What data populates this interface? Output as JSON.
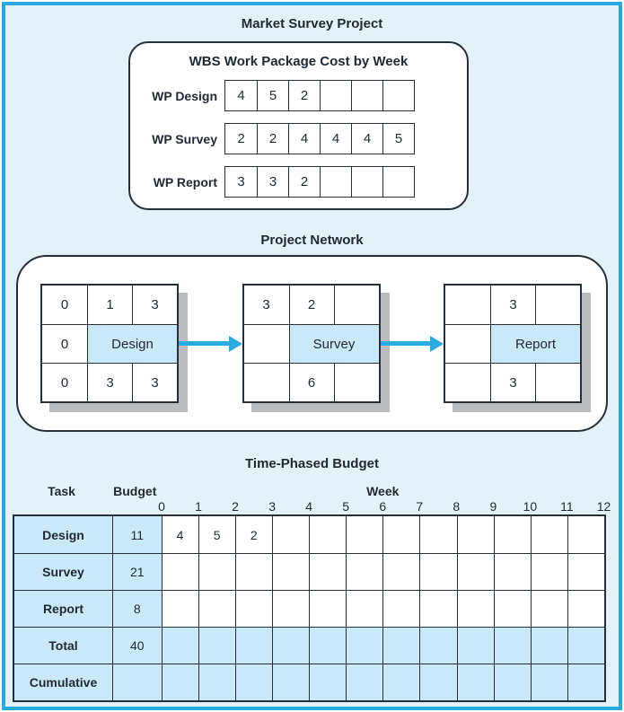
{
  "page_title": "Market Survey Project",
  "colors": {
    "frame_border": "#29ABE2",
    "background": "#E3F1F9",
    "panel": "#FFFFFF",
    "highlight": "#C9E8F8",
    "line": "#262F38",
    "arrow": "#29ABE2",
    "shadow": "#BABCBE",
    "text": "#1F2933"
  },
  "wbs": {
    "title": "WBS Work Package Cost by Week",
    "rows": [
      {
        "label": "WP Design",
        "cells": [
          "4",
          "5",
          "2",
          "",
          "",
          ""
        ]
      },
      {
        "label": "WP Survey",
        "cells": [
          "2",
          "2",
          "4",
          "4",
          "4",
          "5"
        ]
      },
      {
        "label": "WP Report",
        "cells": [
          "3",
          "3",
          "2",
          "",
          "",
          ""
        ]
      }
    ]
  },
  "network": {
    "title": "Project Network",
    "nodes": [
      {
        "name": "Design",
        "top_cells": [
          "0",
          "1",
          "3"
        ],
        "left_cell": "0",
        "bottom_cells": [
          "0",
          "3",
          "3"
        ]
      },
      {
        "name": "Survey",
        "top_cells": [
          "3",
          "2",
          ""
        ],
        "left_cell": "",
        "bottom_cells": [
          "",
          "6",
          ""
        ]
      },
      {
        "name": "Report",
        "top_cells": [
          "",
          "3",
          ""
        ],
        "left_cell": "",
        "bottom_cells": [
          "",
          "3",
          ""
        ]
      }
    ]
  },
  "budget": {
    "title": "Time-Phased Budget",
    "task_header": "Task",
    "budget_header": "Budget",
    "week_header": "Week",
    "week_numbers": [
      "0",
      "1",
      "2",
      "3",
      "4",
      "5",
      "6",
      "7",
      "8",
      "9",
      "10",
      "11",
      "12"
    ],
    "rows": [
      {
        "task": "Design",
        "budget": "11",
        "weeks": [
          "4",
          "5",
          "2",
          "",
          "",
          "",
          "",
          "",
          "",
          "",
          "",
          ""
        ],
        "shaded": false
      },
      {
        "task": "Survey",
        "budget": "21",
        "weeks": [
          "",
          "",
          "",
          "",
          "",
          "",
          "",
          "",
          "",
          "",
          "",
          ""
        ],
        "shaded": false
      },
      {
        "task": "Report",
        "budget": "8",
        "weeks": [
          "",
          "",
          "",
          "",
          "",
          "",
          "",
          "",
          "",
          "",
          "",
          ""
        ],
        "shaded": false
      },
      {
        "task": "Total",
        "budget": "40",
        "weeks": [
          "",
          "",
          "",
          "",
          "",
          "",
          "",
          "",
          "",
          "",
          "",
          ""
        ],
        "shaded": true
      },
      {
        "task": "Cumulative",
        "budget": "",
        "weeks": [
          "",
          "",
          "",
          "",
          "",
          "",
          "",
          "",
          "",
          "",
          "",
          ""
        ],
        "shaded": true
      }
    ]
  }
}
